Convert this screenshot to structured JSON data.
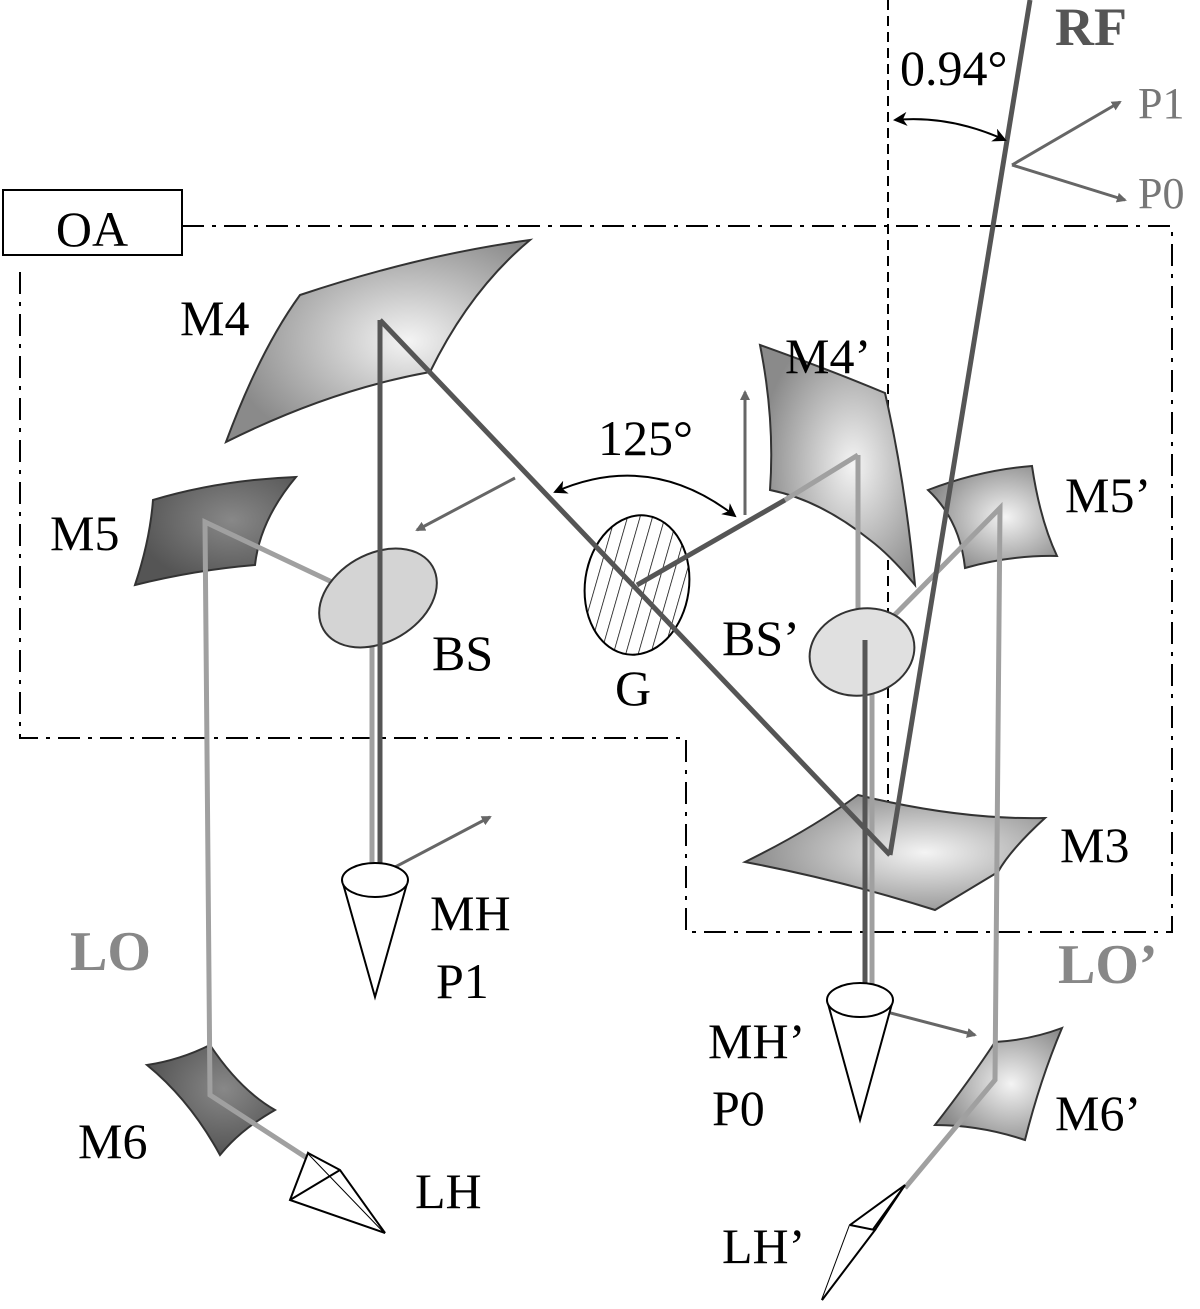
{
  "labels": {
    "oa": "OA",
    "rf": "RF",
    "angle_rf": "0.94°",
    "angle_g": "125°",
    "p1_out": "P1",
    "p0_out": "P0",
    "m4": "M4",
    "m4p": "M4’",
    "m5": "M5",
    "m5p": "M5’",
    "bs": "BS",
    "bsp": "BS’",
    "g": "G",
    "m3": "M3",
    "mh": "MH",
    "mh_p1": "P1",
    "mhp": "MH’",
    "mhp_p0": "P0",
    "lo": "LO",
    "lop": "LO’",
    "m6": "M6",
    "m6p": "M6’",
    "lh": "LH",
    "lhp": "LH’"
  },
  "colors": {
    "signal_beam": "#555555",
    "lo_beam": "#a0a0a0",
    "arrow": "#666666"
  }
}
